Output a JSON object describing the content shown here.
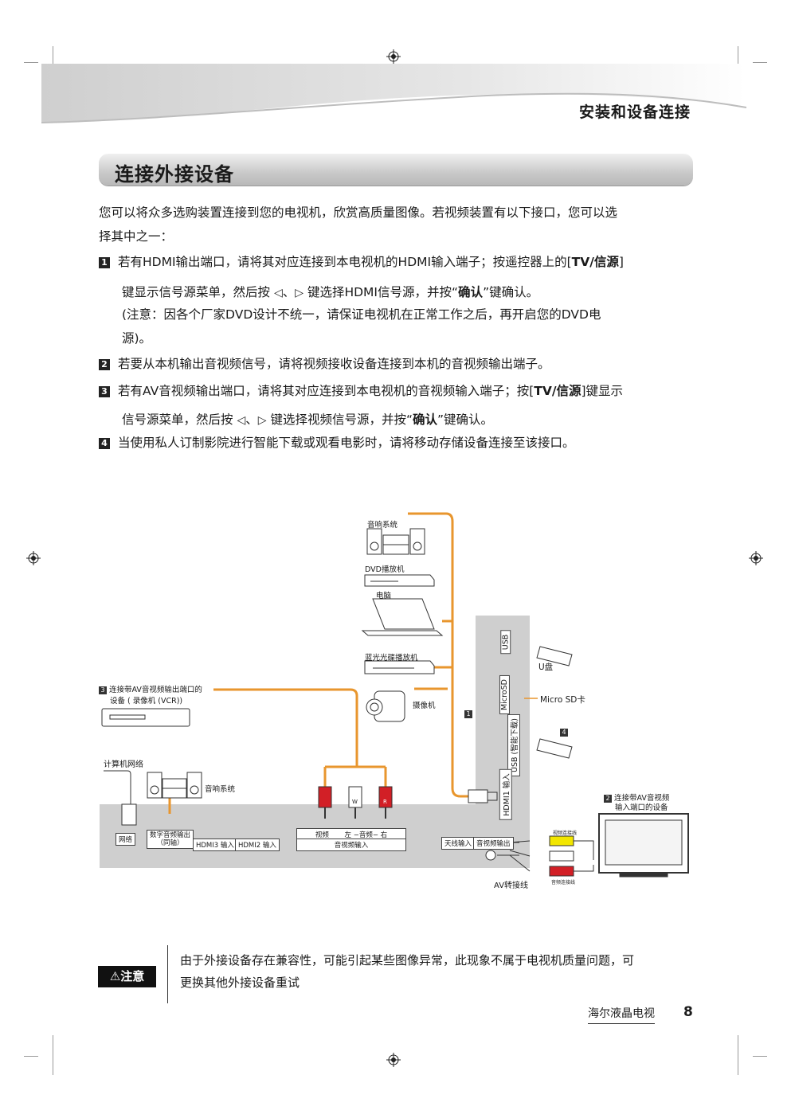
{
  "header": {
    "section_title": "安装和设备连接"
  },
  "section": {
    "title": "连接外接设备"
  },
  "intro": {
    "line1": "您可以将众多选购装置连接到您的电视机，欣赏高质量图像。若视频装置有以下接口，您可以选",
    "line2": "择其中之一："
  },
  "items": [
    {
      "num": "1",
      "line1_a": "若有HDMI输出端口，请将其对应连接到本电视机的HDMI输入端子；按遥控器上的[",
      "line1_b": "TV/信源",
      "line1_c": "]",
      "line2_a": "键显示信号源菜单，然后按",
      "line2_b": "键选择HDMI信号源，并按“",
      "line2_c": "确认",
      "line2_d": "”键确认。",
      "line3": " (注意：因各个厂家DVD设计不统一，请保证电视机在正常工作之后，再开启您的DVD电",
      "line4": "源)。"
    },
    {
      "num": "2",
      "text": "若要从本机输出音视频信号，请将视频接收设备连接到本机的音视频输出端子。"
    },
    {
      "num": "3",
      "line1_a": "若有AV音视频输出端口，请将其对应连接到本电视机的音视频输入端子；按[",
      "line1_b": "TV/信源",
      "line1_c": "]键显示",
      "line2_a": "信号源菜单，然后按",
      "line2_b": "键选择视频信号源，并按“",
      "line2_c": "确认",
      "line2_d": "”键确认。"
    },
    {
      "num": "4",
      "text": "当使用私人订制影院进行智能下载或观看电影时，请将移动存储设备连接至该接口。"
    }
  ],
  "arrows": {
    "left": "◁",
    "sep": "、",
    "right": "▷"
  },
  "diagram": {
    "devices": {
      "audio_top": "音响系统",
      "dvd": "DVD播放机",
      "pc": "电脑",
      "bluray": "蓝光光碟播放机",
      "camcorder": "摄像机",
      "vcr_label_1": "连接带AV音视频输出端口的",
      "vcr_label_2": "设备 ( 录像机 (VCR))",
      "network": "计算机网络",
      "audio_bottom": "音响系统",
      "udisk": "U盘",
      "microsd": "Micro SD卡",
      "tv_label_1": "连接带AV音视频",
      "tv_label_2": "输入端口的设备",
      "av_cable": "AV转接线",
      "video_cable": "视频连接线",
      "audio_cable": "音频连接线"
    },
    "ports": {
      "usb": "USB",
      "microsd": "MicroSD",
      "usb_smart": "USB\n(智能下载)",
      "hdmi1": "HDMI1 输入",
      "network": "网络",
      "digital_audio_1": "数字音频输出",
      "digital_audio_2": "（同轴）",
      "hdmi3": "HDMI3 输入",
      "hdmi2": "HDMI2 输入",
      "av_in_top": "视频　　 左 −音频− 右",
      "av_in": "音视频输入",
      "antenna": "天线输入",
      "av_out": "音视频输出"
    },
    "markers": {
      "m1": "1",
      "m2": "2",
      "m3": "3",
      "m4": "4",
      "w": "W",
      "r": "R"
    },
    "colors": {
      "cable": "#e8962e",
      "panel": "#cfcfcf",
      "red": "#d21f26",
      "yellow": "#f2e600"
    }
  },
  "note": {
    "badge": "注意",
    "line1": "由于外接设备存在兼容性，可能引起某些图像异常，此现象不属于电视机质量问题，可",
    "line2": "更换其他外接设备重试"
  },
  "footer": {
    "brand": "海尔液晶电视",
    "page": "8"
  }
}
